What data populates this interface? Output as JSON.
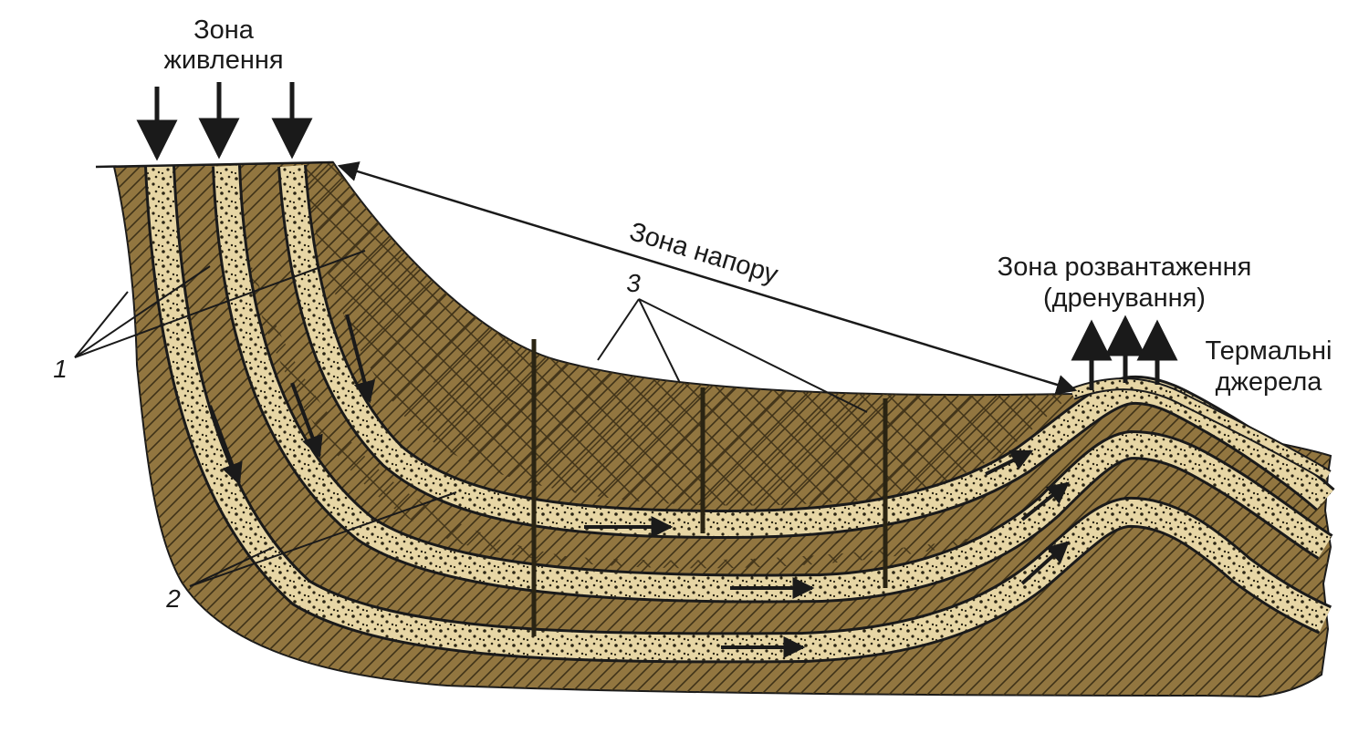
{
  "labels": {
    "recharge_zone_line1": "Зона",
    "recharge_zone_line2": "живлення",
    "pressure_zone": "Зона напору",
    "discharge_zone_line1": "Зона розвантаження",
    "discharge_zone_line2": "(дренування)",
    "thermal_springs_line1": "Термальні",
    "thermal_springs_line2": "джерела"
  },
  "callouts": {
    "aquifers": "1",
    "aquitards": "2",
    "wells": "3"
  },
  "colors": {
    "rock": "#927640",
    "rock_dark": "#3f3218",
    "sand": "#e7d6a5",
    "sand_dots": "#2a2413",
    "outline": "#1a1a1a",
    "background": "#ffffff"
  },
  "icons": {
    "recharge_arrows": "arrow-down-icon",
    "discharge_arrows": "arrow-up-icon",
    "flow_arrows": "flow-arrow-icon"
  }
}
